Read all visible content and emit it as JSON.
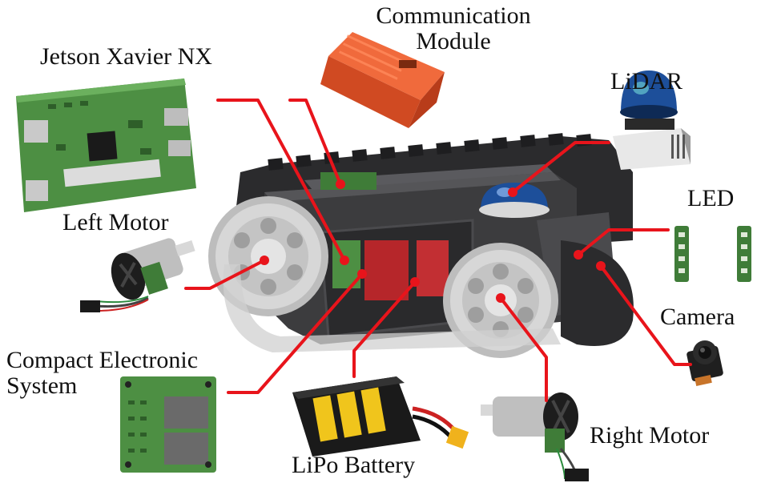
{
  "colors": {
    "leader": "#e8141b",
    "chassis_dark": "#3c3c3e",
    "chassis_mid": "#4a4a4d",
    "wheel": "#cfcfcf",
    "pcb_green": "#4d8f43",
    "comm_orange": "#e0522a",
    "lidar_blue": "#1d4f9a",
    "battery_black": "#1a1a1a",
    "battery_yellow": "#f0c51c"
  },
  "labels": {
    "communication_module_line1": "Communication",
    "communication_module_line2": "Module",
    "jetson": "Jetson Xavier NX",
    "lidar": "LiDAR",
    "led": "LED",
    "left_motor": "Left Motor",
    "camera": "Camera",
    "compact_electronic_line1": "Compact Electronic",
    "compact_electronic_line2": "System",
    "lipo_battery": "LiPo Battery",
    "right_motor": "Right Motor"
  }
}
